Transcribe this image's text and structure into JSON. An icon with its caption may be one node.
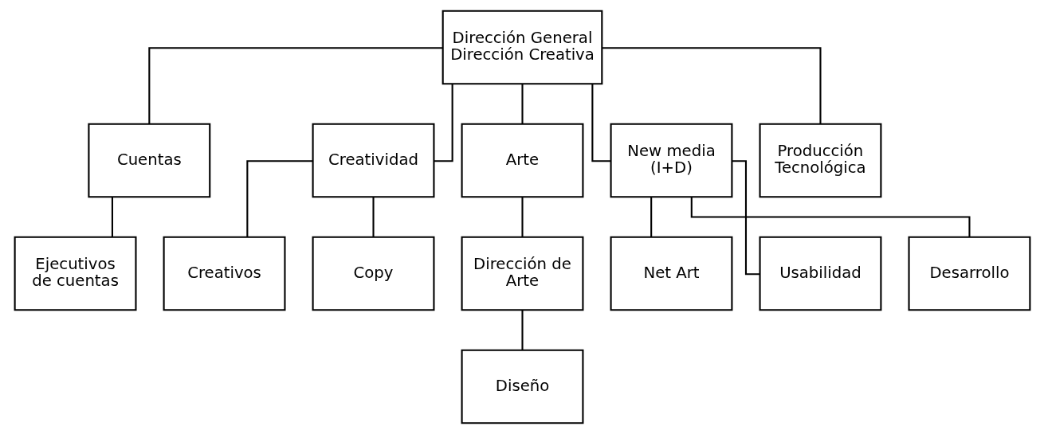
{
  "diagram": {
    "nodes": [
      {
        "text": [
          "Dirección General",
          "Dirección Creativa"
        ]
      },
      {
        "text": [
          "Cuentas"
        ]
      },
      {
        "text": [
          "Creatividad"
        ]
      },
      {
        "text": [
          "Arte"
        ]
      },
      {
        "text": [
          "New media (I+D)"
        ]
      },
      {
        "text": [
          "Producción Tecnológica"
        ]
      },
      {
        "text": [
          "Ejecutivos de cuentas"
        ]
      },
      {
        "text": [
          "Creativos"
        ]
      },
      {
        "text": [
          "Copy"
        ]
      },
      {
        "text": [
          "Dirección de Arte"
        ]
      },
      {
        "text": [
          "Net Art"
        ]
      },
      {
        "text": [
          "Usabilidad"
        ]
      },
      {
        "text": [
          "Desarrollo"
        ]
      },
      {
        "text": [
          "Diseño"
        ]
      }
    ],
    "edges": [
      {
        "from": 0,
        "to": 1,
        "arrow": "none"
      },
      {
        "from": 0,
        "to": 2,
        "arrow": "none"
      },
      {
        "from": 0,
        "to": 3,
        "arrow": "none"
      },
      {
        "from": 0,
        "to": 4,
        "arrow": "none"
      },
      {
        "from": 0,
        "to": 5,
        "arrow": "none"
      },
      {
        "from": 1,
        "to": 6,
        "arrow": "none"
      },
      {
        "from": 2,
        "to": 7,
        "arrow": "none"
      },
      {
        "from": 2,
        "to": 8,
        "arrow": "none"
      },
      {
        "from": 3,
        "to": 9,
        "arrow": "none"
      },
      {
        "from": 4,
        "to": 10,
        "arrow": "none"
      },
      {
        "from": 4,
        "to": 11,
        "arrow": "none"
      },
      {
        "from": 4,
        "to": 12,
        "arrow": "none"
      },
      {
        "from": 9,
        "to": 13,
        "arrow": "none"
      }
    ]
  }
}
